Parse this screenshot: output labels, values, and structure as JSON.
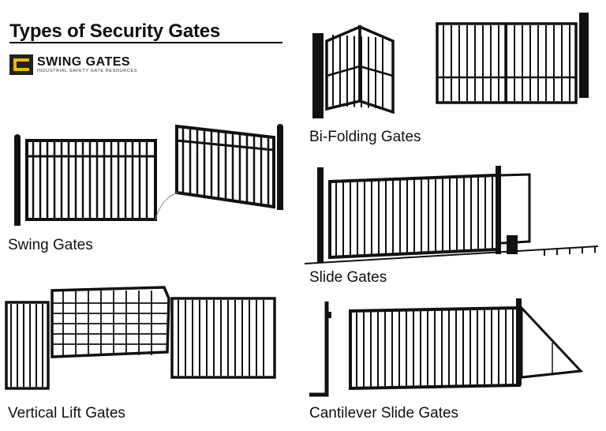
{
  "header": {
    "title": "Types of Security Gates",
    "logo_name": "SWING GATES",
    "logo_tagline": "INDUSTRIAL SAFETY GATE RESOURCES",
    "logo_icon": "gate-logo-icon",
    "logo_color": "#f2b705"
  },
  "gate_types": [
    {
      "label": "Swing Gates",
      "icon": "swing-gate-illustration"
    },
    {
      "label": "Bi-Folding Gates",
      "icon": "bi-folding-gate-illustration"
    },
    {
      "label": "Slide Gates",
      "icon": "slide-gate-illustration"
    },
    {
      "label": "Vertical Lift Gates",
      "icon": "vertical-lift-gate-illustration"
    },
    {
      "label": "Cantilever Slide Gates",
      "icon": "cantilever-slide-gate-illustration"
    }
  ]
}
